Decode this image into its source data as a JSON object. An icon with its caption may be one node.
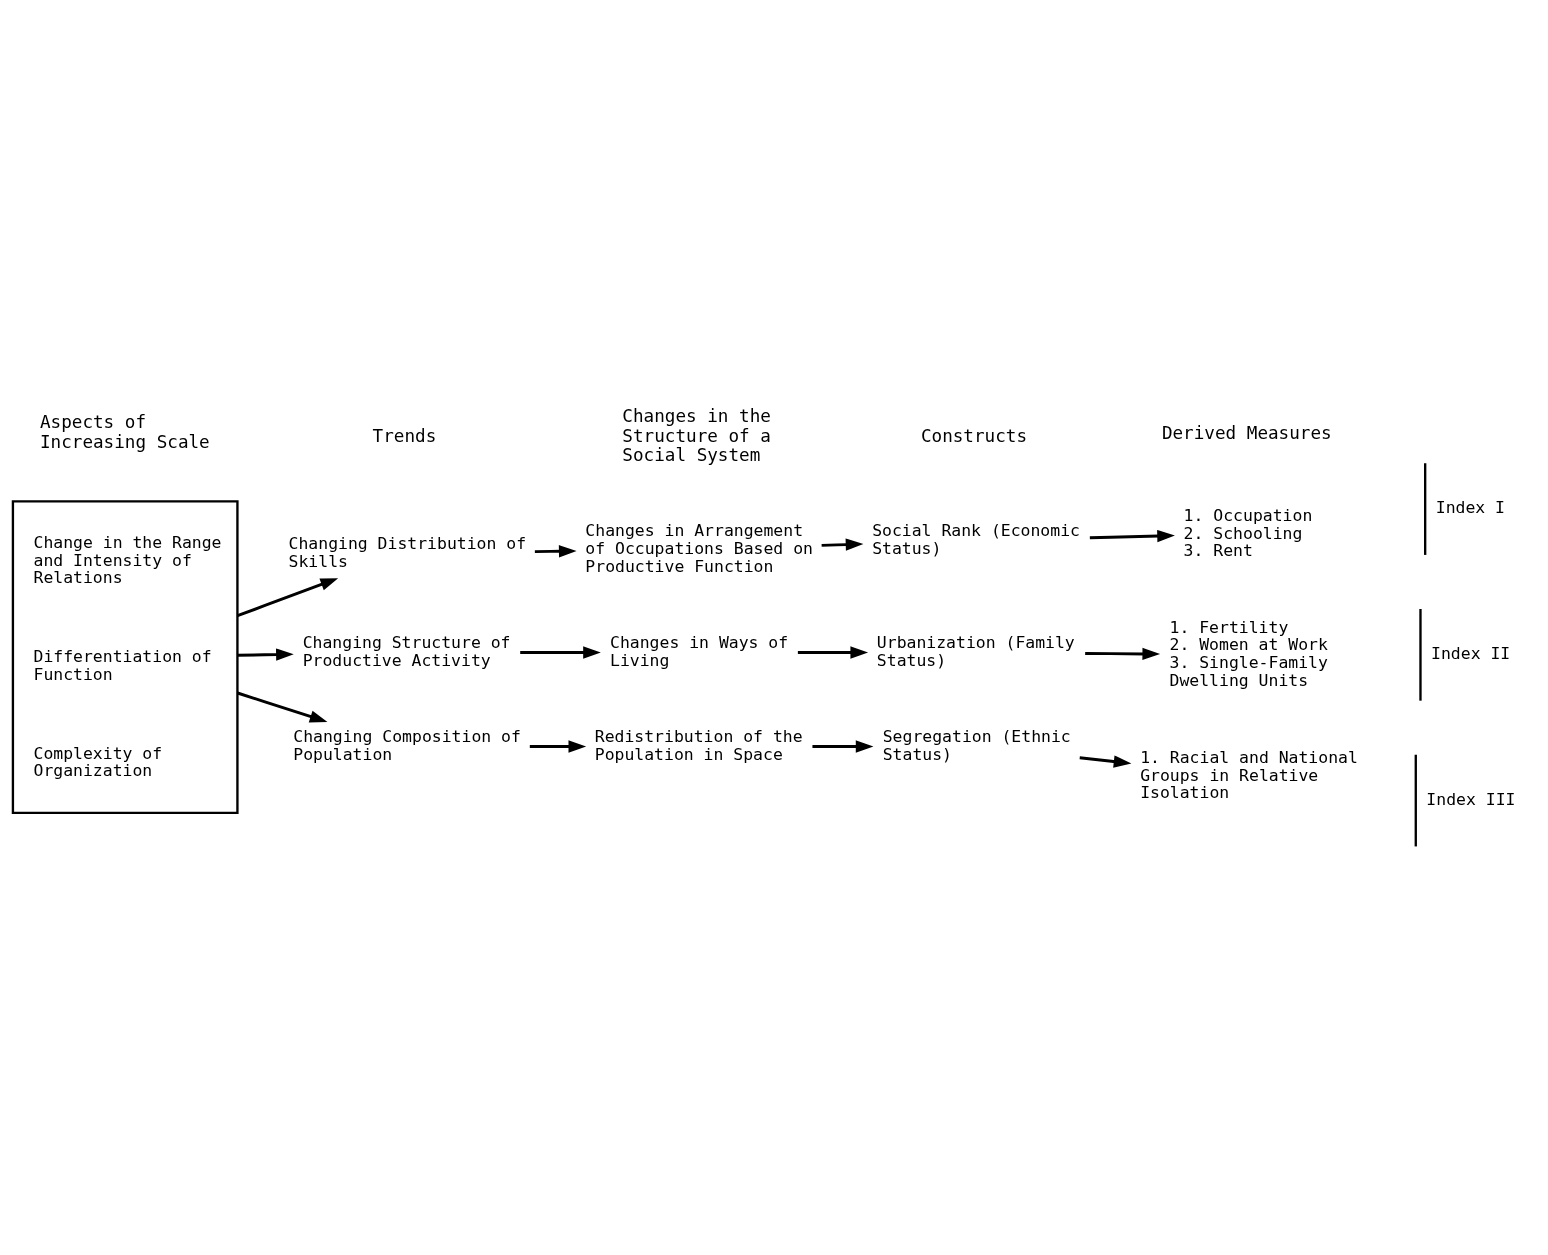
{
  "diagram": {
    "nodes": [
      {
        "text": [
          "Change in the Range and Intensity of Relations",
          "Differentiation of Function",
          "Complexity of Organization"
        ]
      },
      {
        "text": [
          "Changing Distribution of Skills"
        ]
      },
      {
        "text": [
          "Changes in Arrangement of Occupations Based on Productive Function"
        ]
      },
      {
        "text": [
          "Social Rank (Economic Status)"
        ]
      },
      {
        "text": [
          "1. Occupation",
          "2. Schooling",
          "3. Rent"
        ]
      },
      {
        "text": [
          "Changing Structure of Productive Activity"
        ]
      },
      {
        "text": [
          "Changes in Ways of Living"
        ]
      },
      {
        "text": [
          "Urbanization (Family Status)"
        ]
      },
      {
        "text": [
          "1. Fertility",
          "2. Women at Work",
          "3. Single-Family Dwelling Units"
        ]
      },
      {
        "text": [
          "Changing Composition of Population"
        ]
      },
      {
        "text": [
          "Redistribution of the Population in Space"
        ]
      },
      {
        "text": [
          "Segregation (Ethnic Status)"
        ]
      },
      {
        "text": [
          "1. Racial and National Groups in Relative Isolation"
        ]
      }
    ],
    "edges": [
      {
        "from": 0,
        "to": 1,
        "arrow": "to"
      },
      {
        "from": 1,
        "to": 2,
        "arrow": "to"
      },
      {
        "from": 2,
        "to": 3,
        "arrow": "to"
      },
      {
        "from": 3,
        "to": 4,
        "arrow": "to"
      },
      {
        "from": 0,
        "to": 5,
        "arrow": "to"
      },
      {
        "from": 5,
        "to": 6,
        "arrow": "to"
      },
      {
        "from": 6,
        "to": 7,
        "arrow": "to"
      },
      {
        "from": 7,
        "to": 8,
        "arrow": "to"
      },
      {
        "from": 0,
        "to": 9,
        "arrow": "to"
      },
      {
        "from": 9,
        "to": 10,
        "arrow": "to"
      },
      {
        "from": 10,
        "to": 11,
        "arrow": "to"
      },
      {
        "from": 11,
        "to": 12,
        "arrow": "to"
      }
    ],
    "labels": [
      "Aspects of Increasing Scale",
      "Trends",
      "Changes in the Structure of a Social System",
      "Constructs",
      "Derived Measures",
      "Index I",
      "Index II",
      "Index III"
    ]
  }
}
